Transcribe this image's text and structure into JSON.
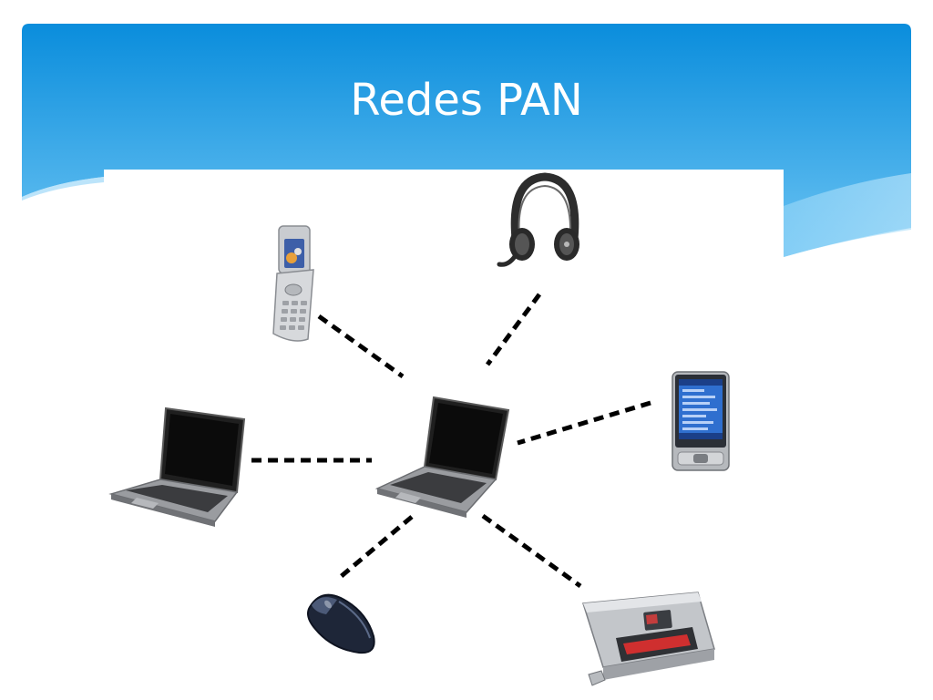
{
  "slide": {
    "title": "Redes PAN"
  },
  "colors": {
    "banner_top": "#0a8ddc",
    "banner_bottom": "#6cc4f3",
    "connection": "#000000",
    "device_body": "#3a3a3a",
    "device_silver": "#b9bcc0"
  },
  "diagram": {
    "topology": "star",
    "hub_icon": "laptop-icon",
    "nodes": [
      {
        "id": "phone",
        "icon": "flip-phone-icon"
      },
      {
        "id": "headset",
        "icon": "headset-icon"
      },
      {
        "id": "pda",
        "icon": "pda-icon"
      },
      {
        "id": "printer",
        "icon": "printer-icon"
      },
      {
        "id": "mouse",
        "icon": "mouse-icon"
      },
      {
        "id": "laptop",
        "icon": "laptop-icon"
      }
    ],
    "connection_style": "dashed"
  }
}
